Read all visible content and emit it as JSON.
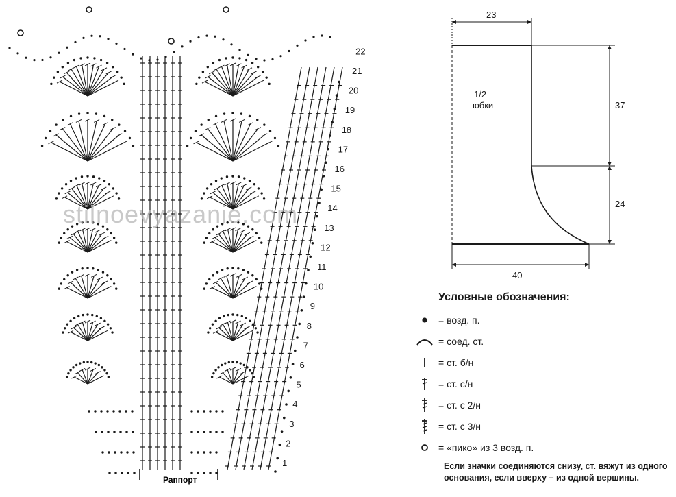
{
  "crochet_chart": {
    "row_numbers": [
      "1",
      "2",
      "3",
      "4",
      "5",
      "6",
      "7",
      "8",
      "9",
      "10",
      "11",
      "12",
      "13",
      "14",
      "15",
      "16",
      "17",
      "18",
      "19",
      "20",
      "21",
      "22"
    ],
    "repeat_label": "Раппорт"
  },
  "schematic": {
    "top_width": "23",
    "bottom_width": "40",
    "upper_height": "37",
    "lower_height": "24",
    "piece_label_line1": "1/2",
    "piece_label_line2": "юбки"
  },
  "legend": {
    "title": "Условные обозначения:",
    "items": [
      {
        "icon": "chain-dot-icon",
        "text": "= возд. п."
      },
      {
        "icon": "slip-stitch-arc-icon",
        "text": "= соед. ст."
      },
      {
        "icon": "single-crochet-icon",
        "text": "= ст. б/н"
      },
      {
        "icon": "double-crochet-icon",
        "text": "= ст. с/н"
      },
      {
        "icon": "treble-crochet-icon",
        "text": "= ст. с 2/н"
      },
      {
        "icon": "double-treble-icon",
        "text": "= ст. с 3/н"
      },
      {
        "icon": "picot-icon",
        "text": "= «пико» из 3 возд. п."
      }
    ],
    "note": "Если значки соединяются снизу, ст. вяжут из одного основания, если вверху – из одной вершины."
  },
  "watermark": "stilnoevyazanie.com"
}
